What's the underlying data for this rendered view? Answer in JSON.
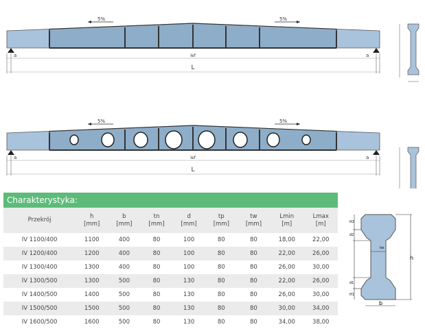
{
  "beam_top": {
    "slope_left": "5%",
    "slope_right": "5%",
    "dim_a_left": "a",
    "dim_a_right": "a",
    "dim_lef": "lef",
    "dim_L": "L"
  },
  "beam_bottom": {
    "slope_left": "5%",
    "slope_right": "5%",
    "dim_a_left": "a",
    "dim_a_right": "a",
    "dim_lef": "lef",
    "dim_L": "L"
  },
  "section_labels": {
    "h": "h",
    "b": "b",
    "tw": "tw",
    "d1": "d1",
    "tf1": "tf1",
    "d2": "d2",
    "tf2": "tf2"
  },
  "table": {
    "title": "Charakterystyka:",
    "headers": [
      {
        "name": "Przekrój",
        "unit": ""
      },
      {
        "name": "h",
        "unit": "[mm]"
      },
      {
        "name": "b",
        "unit": "[mm]"
      },
      {
        "name": "tn",
        "unit": "[mm]"
      },
      {
        "name": "d",
        "unit": "[mm]"
      },
      {
        "name": "tp",
        "unit": "[mm]"
      },
      {
        "name": "tw",
        "unit": "[mm]"
      },
      {
        "name": "Lmin",
        "unit": "[m]"
      },
      {
        "name": "Lmax",
        "unit": "[m]"
      }
    ],
    "rows": [
      [
        "IV 1100/400",
        "1100",
        "400",
        "80",
        "100",
        "80",
        "80",
        "18,00",
        "22,00"
      ],
      [
        "IV 1200/400",
        "1200",
        "400",
        "80",
        "100",
        "80",
        "80",
        "22,00",
        "26,00"
      ],
      [
        "IV 1300/400",
        "1300",
        "400",
        "80",
        "100",
        "80",
        "80",
        "26,00",
        "30,00"
      ],
      [
        "IV 1300/500",
        "1300",
        "500",
        "80",
        "130",
        "80",
        "80",
        "22,00",
        "26,00"
      ],
      [
        "IV 1400/500",
        "1400",
        "500",
        "80",
        "130",
        "80",
        "80",
        "26,00",
        "30,00"
      ],
      [
        "IV 1500/500",
        "1500",
        "500",
        "80",
        "130",
        "80",
        "80",
        "30,00",
        "34,00"
      ],
      [
        "IV 1600/500",
        "1600",
        "500",
        "80",
        "130",
        "80",
        "80",
        "34,00",
        "38,00"
      ]
    ]
  }
}
